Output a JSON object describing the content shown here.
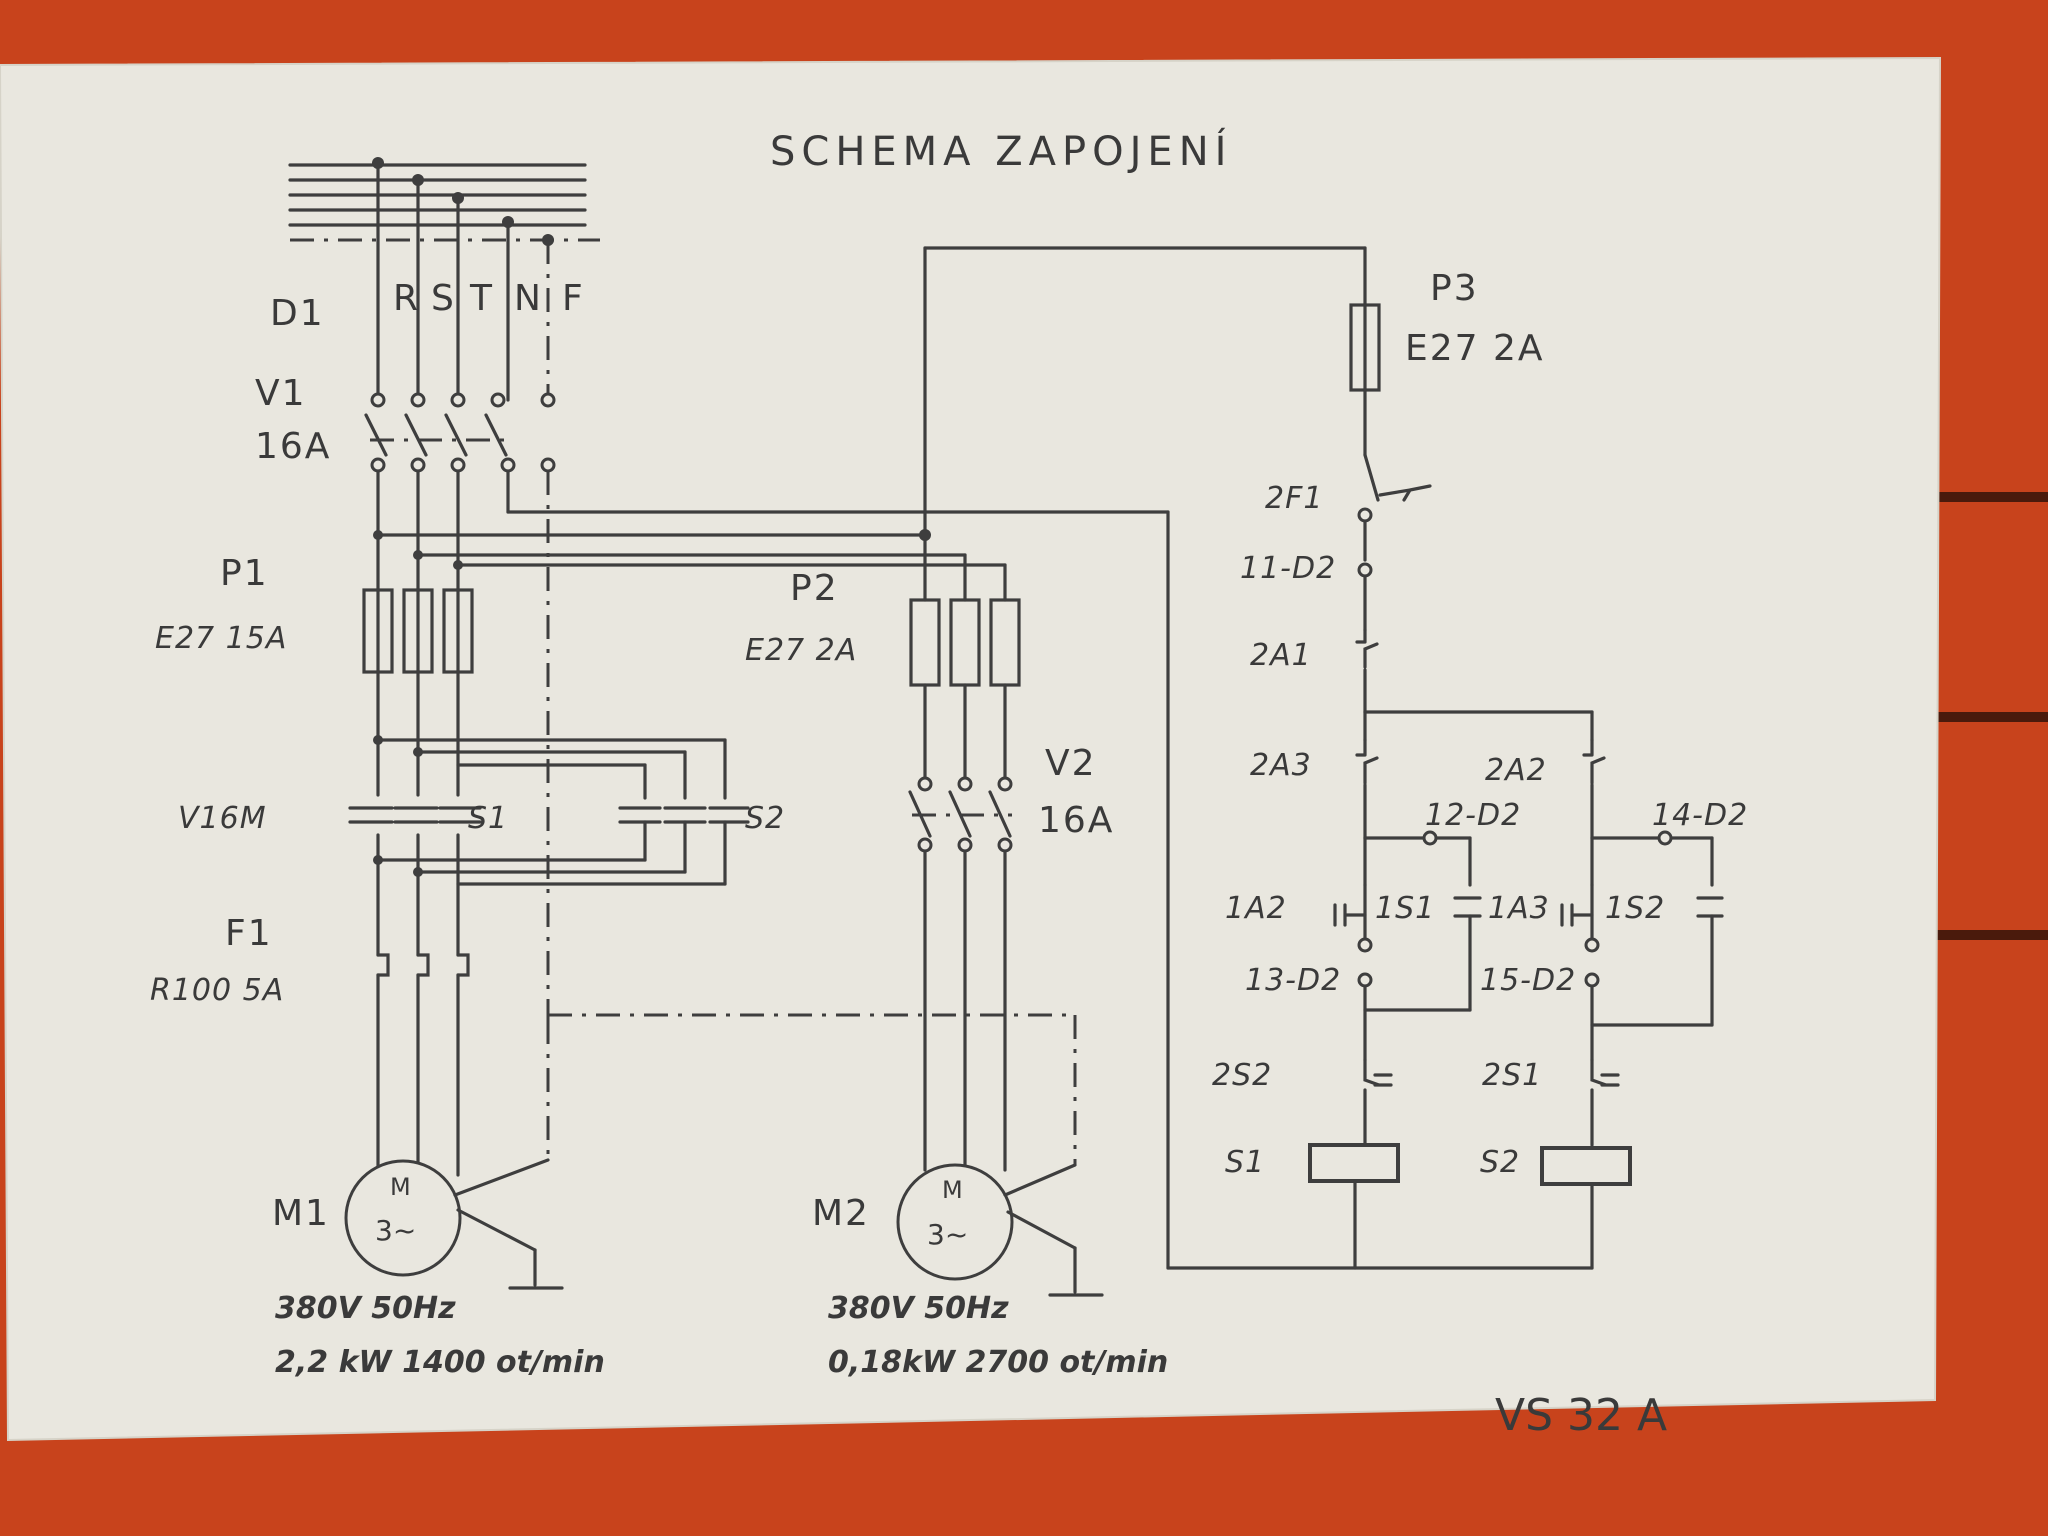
{
  "title": "SCHEMA ZAPOJENÍ",
  "supply": {
    "ref": "D1",
    "phases": [
      "R",
      "S",
      "T",
      "N",
      "F"
    ]
  },
  "switch_main": {
    "ref": "V1",
    "rating": "16A"
  },
  "fuses_main": {
    "ref": "P1",
    "type": "E27 15A"
  },
  "fuses_aux": {
    "ref": "P2",
    "type": "E27 2A"
  },
  "fuse_control": {
    "ref": "P3",
    "type": "E27 2A"
  },
  "contactors": {
    "main_label": "V16M",
    "c1": "S1",
    "c2": "S2"
  },
  "overload": {
    "ref": "F1",
    "type": "R100 5A"
  },
  "switch_aux": {
    "ref": "V2",
    "rating": "16A"
  },
  "motor1": {
    "ref": "M1",
    "symbol_top": "M",
    "symbol_bottom": "3~",
    "spec_line1": "380V 50Hz",
    "spec_line2": "2,2 kW 1400 ot/min"
  },
  "motor2": {
    "ref": "M2",
    "symbol_top": "M",
    "symbol_bottom": "3~",
    "spec_line1": "380V 50Hz",
    "spec_line2": "0,18kW 2700 ot/min"
  },
  "control": {
    "items": [
      "2F1",
      "11-D2",
      "2A1",
      "2A3",
      "2A2",
      "12-D2",
      "14-D2",
      "1A2",
      "1S1",
      "1A3",
      "1S2",
      "13-D2",
      "15-D2",
      "2S2",
      "2S1",
      "S1",
      "S2"
    ]
  },
  "model": "VS 32 A",
  "colors": {
    "paper": "#e9e7df",
    "ink": "#3e3e3e",
    "cabinet": "#c8431c"
  }
}
